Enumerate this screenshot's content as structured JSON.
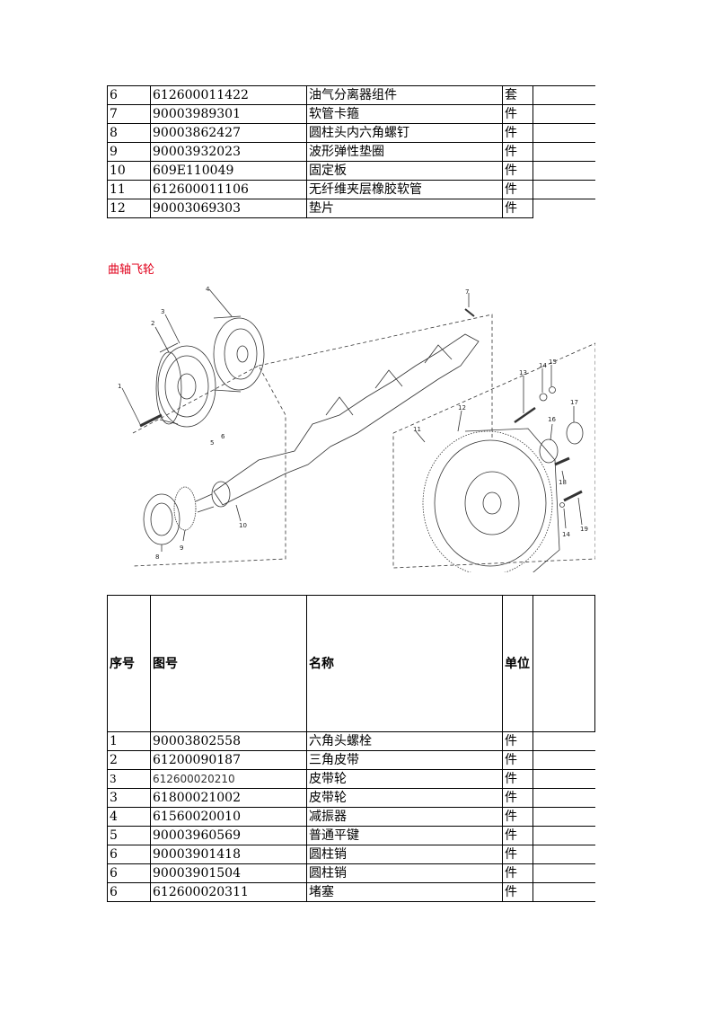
{
  "top_table": {
    "rows": [
      {
        "no": "6",
        "code": "612600011422",
        "name": "油气分离器组件",
        "unit": "套"
      },
      {
        "no": "7",
        "code": "90003989301",
        "name": "软管卡箍",
        "unit": "件"
      },
      {
        "no": "8",
        "code": "90003862427",
        "name": "圆柱头内六角螺钉",
        "unit": "件"
      },
      {
        "no": "9",
        "code": "90003932023",
        "name": "波形弹性垫圈",
        "unit": "件"
      },
      {
        "no": "10",
        "code": "609E110049",
        "name": "固定板",
        "unit": "件"
      },
      {
        "no": "11",
        "code": "612600011106",
        "name": "无纤维夹层橡胶软管",
        "unit": "件"
      },
      {
        "no": "12",
        "code": "90003069303",
        "name": "垫片",
        "unit": "件"
      }
    ]
  },
  "section": {
    "title": "曲轴飞轮"
  },
  "diagram": {
    "callouts": [
      "1",
      "2",
      "3",
      "4",
      "5",
      "6",
      "7",
      "8",
      "9",
      "10",
      "11",
      "12",
      "13",
      "14",
      "15",
      "16",
      "17",
      "18",
      "14",
      "19"
    ]
  },
  "bottom_table": {
    "headers": {
      "no": "序号",
      "code": "图号",
      "name": "名称",
      "unit": "单位"
    },
    "rows": [
      {
        "no": "1",
        "code": "90003802558",
        "name": "六角头螺栓",
        "unit": "件"
      },
      {
        "no": "2",
        "code": "61200090187",
        "name": "三角皮带",
        "unit": "件"
      },
      {
        "no": "3",
        "code": "612600020210",
        "name": "皮带轮",
        "unit": "件",
        "small": true
      },
      {
        "no": "3",
        "code": "61800021002",
        "name": "皮带轮",
        "unit": "件"
      },
      {
        "no": "4",
        "code": "61560020010",
        "name": "减振器",
        "unit": "件"
      },
      {
        "no": "5",
        "code": "90003960569",
        "name": "普通平键",
        "unit": "件"
      },
      {
        "no": "6",
        "code": "90003901418",
        "name": "圆柱销",
        "unit": "件"
      },
      {
        "no": "6",
        "code": "90003901504",
        "name": "圆柱销",
        "unit": "件"
      },
      {
        "no": "6",
        "code": "612600020311",
        "name": "堵塞",
        "unit": "件"
      }
    ]
  }
}
